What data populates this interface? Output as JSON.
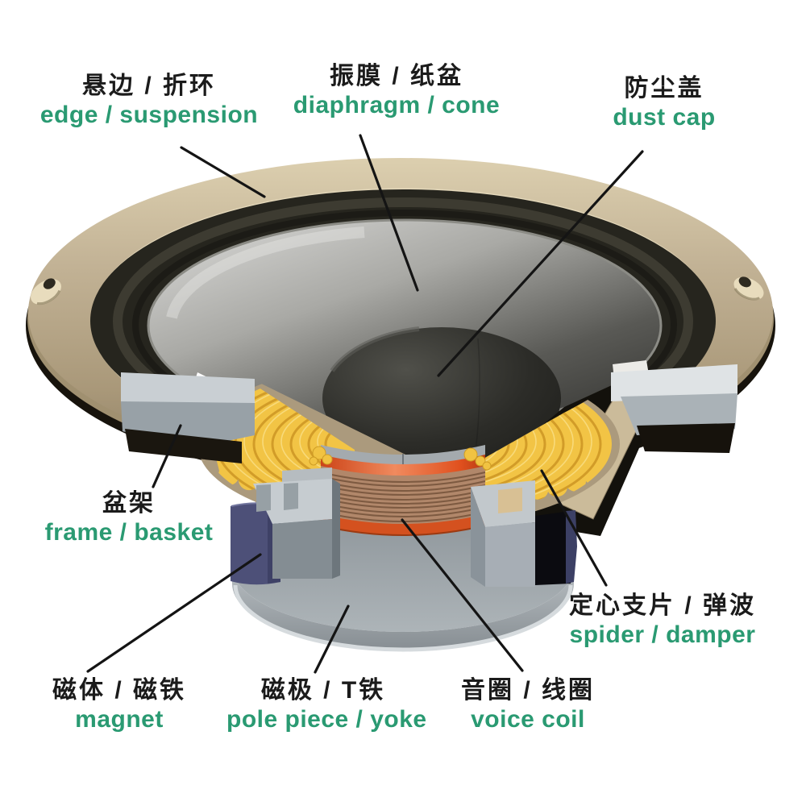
{
  "diagram": {
    "type": "loudspeaker-cutaway",
    "background": "#ffffff",
    "accent_green": "#2A9A72",
    "text_black": "#1b1b1b",
    "leader_line_color": "#141414"
  },
  "labels": [
    {
      "id": "edge-suspension",
      "cn": "悬边 / 折环",
      "en": "edge / suspension"
    },
    {
      "id": "diaphragm-cone",
      "cn": "振膜 / 纸盆",
      "en": "diaphragm / cone"
    },
    {
      "id": "dust-cap",
      "cn": "防尘盖",
      "en": "dust cap"
    },
    {
      "id": "frame-basket",
      "cn": "盆架",
      "en": "frame / basket"
    },
    {
      "id": "magnet",
      "cn": "磁体 / 磁铁",
      "en": "magnet"
    },
    {
      "id": "pole-piece-yoke",
      "cn": "磁极 / T铁",
      "en": "pole piece / yoke"
    },
    {
      "id": "voice-coil",
      "cn": "音圈 / 线圈",
      "en": "voice coil"
    },
    {
      "id": "spider-damper",
      "cn": "定心支片 / 弹波",
      "en": "spider / damper"
    }
  ],
  "parts_colors": {
    "frame_flange": "#bcab8d",
    "surround": "#26251e",
    "cone_light": "#dadad8",
    "cone_dark": "#3a3a37",
    "dust_cap": "#2c2c28",
    "spider_yellow": "#f2c445",
    "voice_coil_copper": "#b2876a",
    "coil_former_orange": "#e0501e",
    "magnet_navy": "#4d5078",
    "magnet_dark": "#0b0b10",
    "pole_yoke_gray": "#9aa1a6"
  }
}
